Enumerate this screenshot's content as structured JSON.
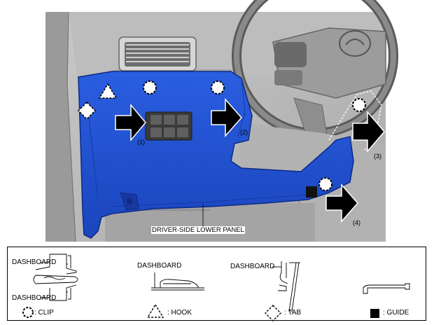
{
  "photo": {
    "callouts": [
      "(1)",
      "(2)",
      "(3)",
      "(4)"
    ],
    "panel_label": "DRIVER-SIDE LOWER PANEL"
  },
  "legend": {
    "diagrams": {
      "clip_upper_label": "DASHBOARD",
      "clip_lower_label": "DASHBOARD",
      "hook_label": "DASHBOARD",
      "tab_label": "DASHBOARD"
    },
    "keys": {
      "clip": ": CLIP",
      "hook": ": HOOK",
      "tab": ": TAB",
      "guide": ": GUIDE"
    }
  },
  "colors": {
    "panel_blue": "#1f4fd0",
    "panel_shade": "#1539a8",
    "photo_bg": "#b9b9b9"
  }
}
